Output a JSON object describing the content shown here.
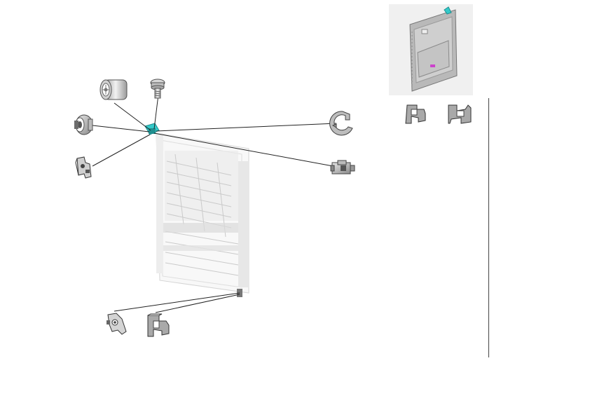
{
  "figure": {
    "background": "#ffffff",
    "highlight_color": "#33c9c9",
    "accent_color": "#cc44cc",
    "line_color": "#222222",
    "part_color": "#888888",
    "part_dark": "#555555",
    "part_light": "#d9d9d9"
  },
  "parts": [
    {
      "id": "roller-bushing",
      "icon": "bushing-icon"
    },
    {
      "id": "shoulder-screw",
      "icon": "screw-icon"
    },
    {
      "id": "pulley-gear",
      "icon": "pulley-icon"
    },
    {
      "id": "bracket-latch",
      "icon": "bracket-icon"
    },
    {
      "id": "e-ring",
      "icon": "e-ring-icon"
    },
    {
      "id": "connector",
      "icon": "connector-icon"
    },
    {
      "id": "hinge-arm",
      "icon": "hinge-icon"
    },
    {
      "id": "spring-clip",
      "icon": "clip-icon"
    },
    {
      "id": "inset-clip-left",
      "icon": "clip-icon"
    },
    {
      "id": "inset-clip-right",
      "icon": "clip-icon"
    }
  ]
}
